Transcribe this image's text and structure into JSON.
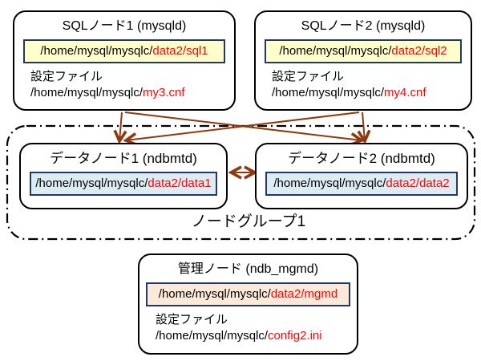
{
  "colors": {
    "arrow": "#8E3A0C",
    "red_text": "#FF0000",
    "path_border": "#1F3864",
    "sql_path_bg": "#FFFFCC",
    "data_path_bg": "#DDEBF3",
    "mgmd_path_bg": "#FDE9D9"
  },
  "nodes": {
    "sql1": {
      "title": "SQLノード1 (mysqld)",
      "path_prefix": "/home/mysql/mysqlc/",
      "path_highlight": "data2/sql1",
      "config_label": "設定ファイル",
      "config_prefix": "/home/mysql/mysqlc/",
      "config_highlight": "my3.cnf"
    },
    "sql2": {
      "title": "SQLノード2 (mysqld)",
      "path_prefix": "/home/mysql/mysqlc/",
      "path_highlight": "data2/sql2",
      "config_label": "設定ファイル",
      "config_prefix": "/home/mysql/mysqlc/",
      "config_highlight": "my4.cnf"
    },
    "data1": {
      "title": "データノード1 (ndbmtd)",
      "path_prefix": "/home/mysql/mysqlc/",
      "path_highlight": "data2/data1"
    },
    "data2": {
      "title": "データノード2 (ndbmtd)",
      "path_prefix": "/home/mysql/mysqlc/",
      "path_highlight": "data2/data2"
    },
    "mgmd": {
      "title": "管理ノード (ndb_mgmd)",
      "path_prefix": "/home/mysql/mysqlc/",
      "path_highlight": "data2/mgmd",
      "config_label": "設定ファイル",
      "config_prefix": "/home/mysql/mysqlc/",
      "config_highlight": "config2.ini"
    }
  },
  "group": {
    "label": "ノードグループ1"
  }
}
